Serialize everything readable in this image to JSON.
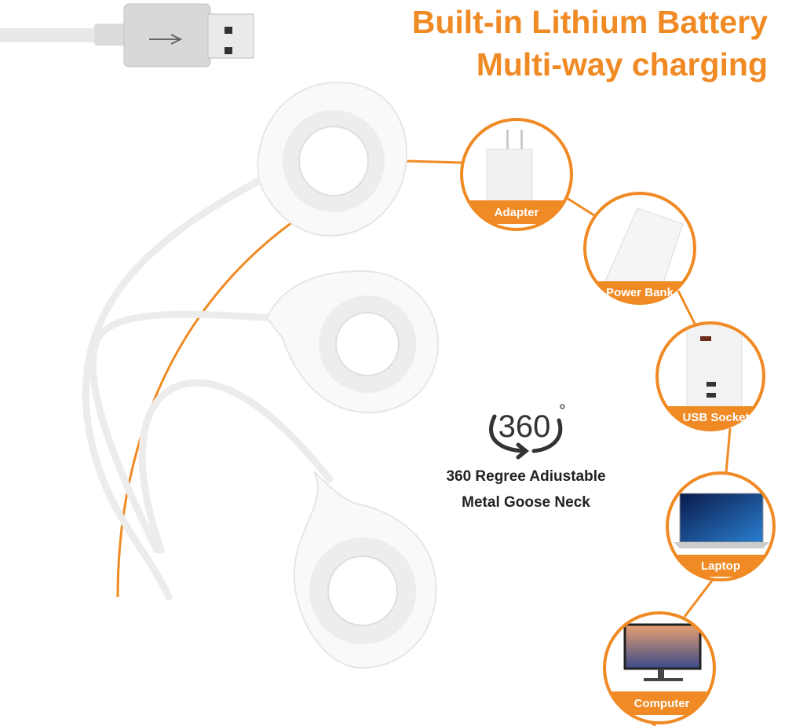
{
  "headline": {
    "line1": "Built-in Lithium Battery",
    "line2": "Multi-way charging"
  },
  "badge": {
    "text": "360",
    "degree": "°"
  },
  "caption": {
    "line1": "360 Regree Adiustable",
    "line2": "Metal Goose Neck"
  },
  "sources": [
    {
      "label": "Adapter"
    },
    {
      "label": "Power Bank"
    },
    {
      "label": "USB Socket"
    },
    {
      "label": "Laptop"
    },
    {
      "label": "Computer"
    }
  ],
  "colors": {
    "accent": "#F08A24",
    "text": "#222222"
  }
}
